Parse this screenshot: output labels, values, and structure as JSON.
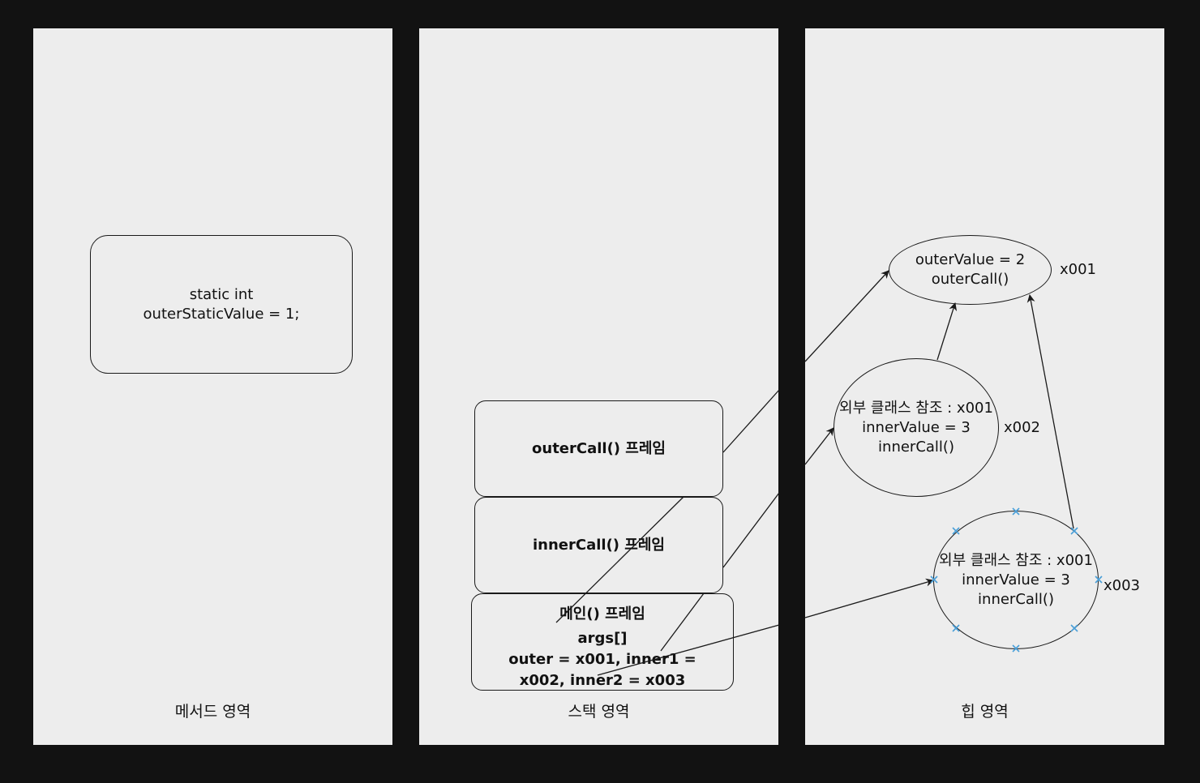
{
  "regions": {
    "method": "메서드 영역",
    "stack": "스택 영역",
    "heap": "힙 영역"
  },
  "method_area": {
    "static_line1": "static int",
    "static_line2": "outerStaticValue = 1;"
  },
  "stack_frames": {
    "outer_call": "outerCall() 프레임",
    "inner_call": "innerCall() 프레임",
    "main_title": "메인() 프레임",
    "main_args": "args[]",
    "main_vars_line1": "outer = x001, inner1 =",
    "main_vars_line2": "x002, inner2 = x003"
  },
  "heap_objects": {
    "x001": {
      "line1": "outerValue = 2",
      "line2": "outerCall()",
      "address": "x001"
    },
    "x002": {
      "line1": "외부 클래스 참조 : x001",
      "line2": "innerValue = 3",
      "line3": "innerCall()",
      "address": "x002"
    },
    "x003": {
      "line1": "외부 클래스 참조 : x001",
      "line2": "innerValue = 3",
      "line3": "innerCall()",
      "address": "x003"
    }
  },
  "colors": {
    "background": "#121212",
    "panel": "#ededed",
    "stroke": "#1a1a1a",
    "selection_handle": "#4a9fd8"
  }
}
